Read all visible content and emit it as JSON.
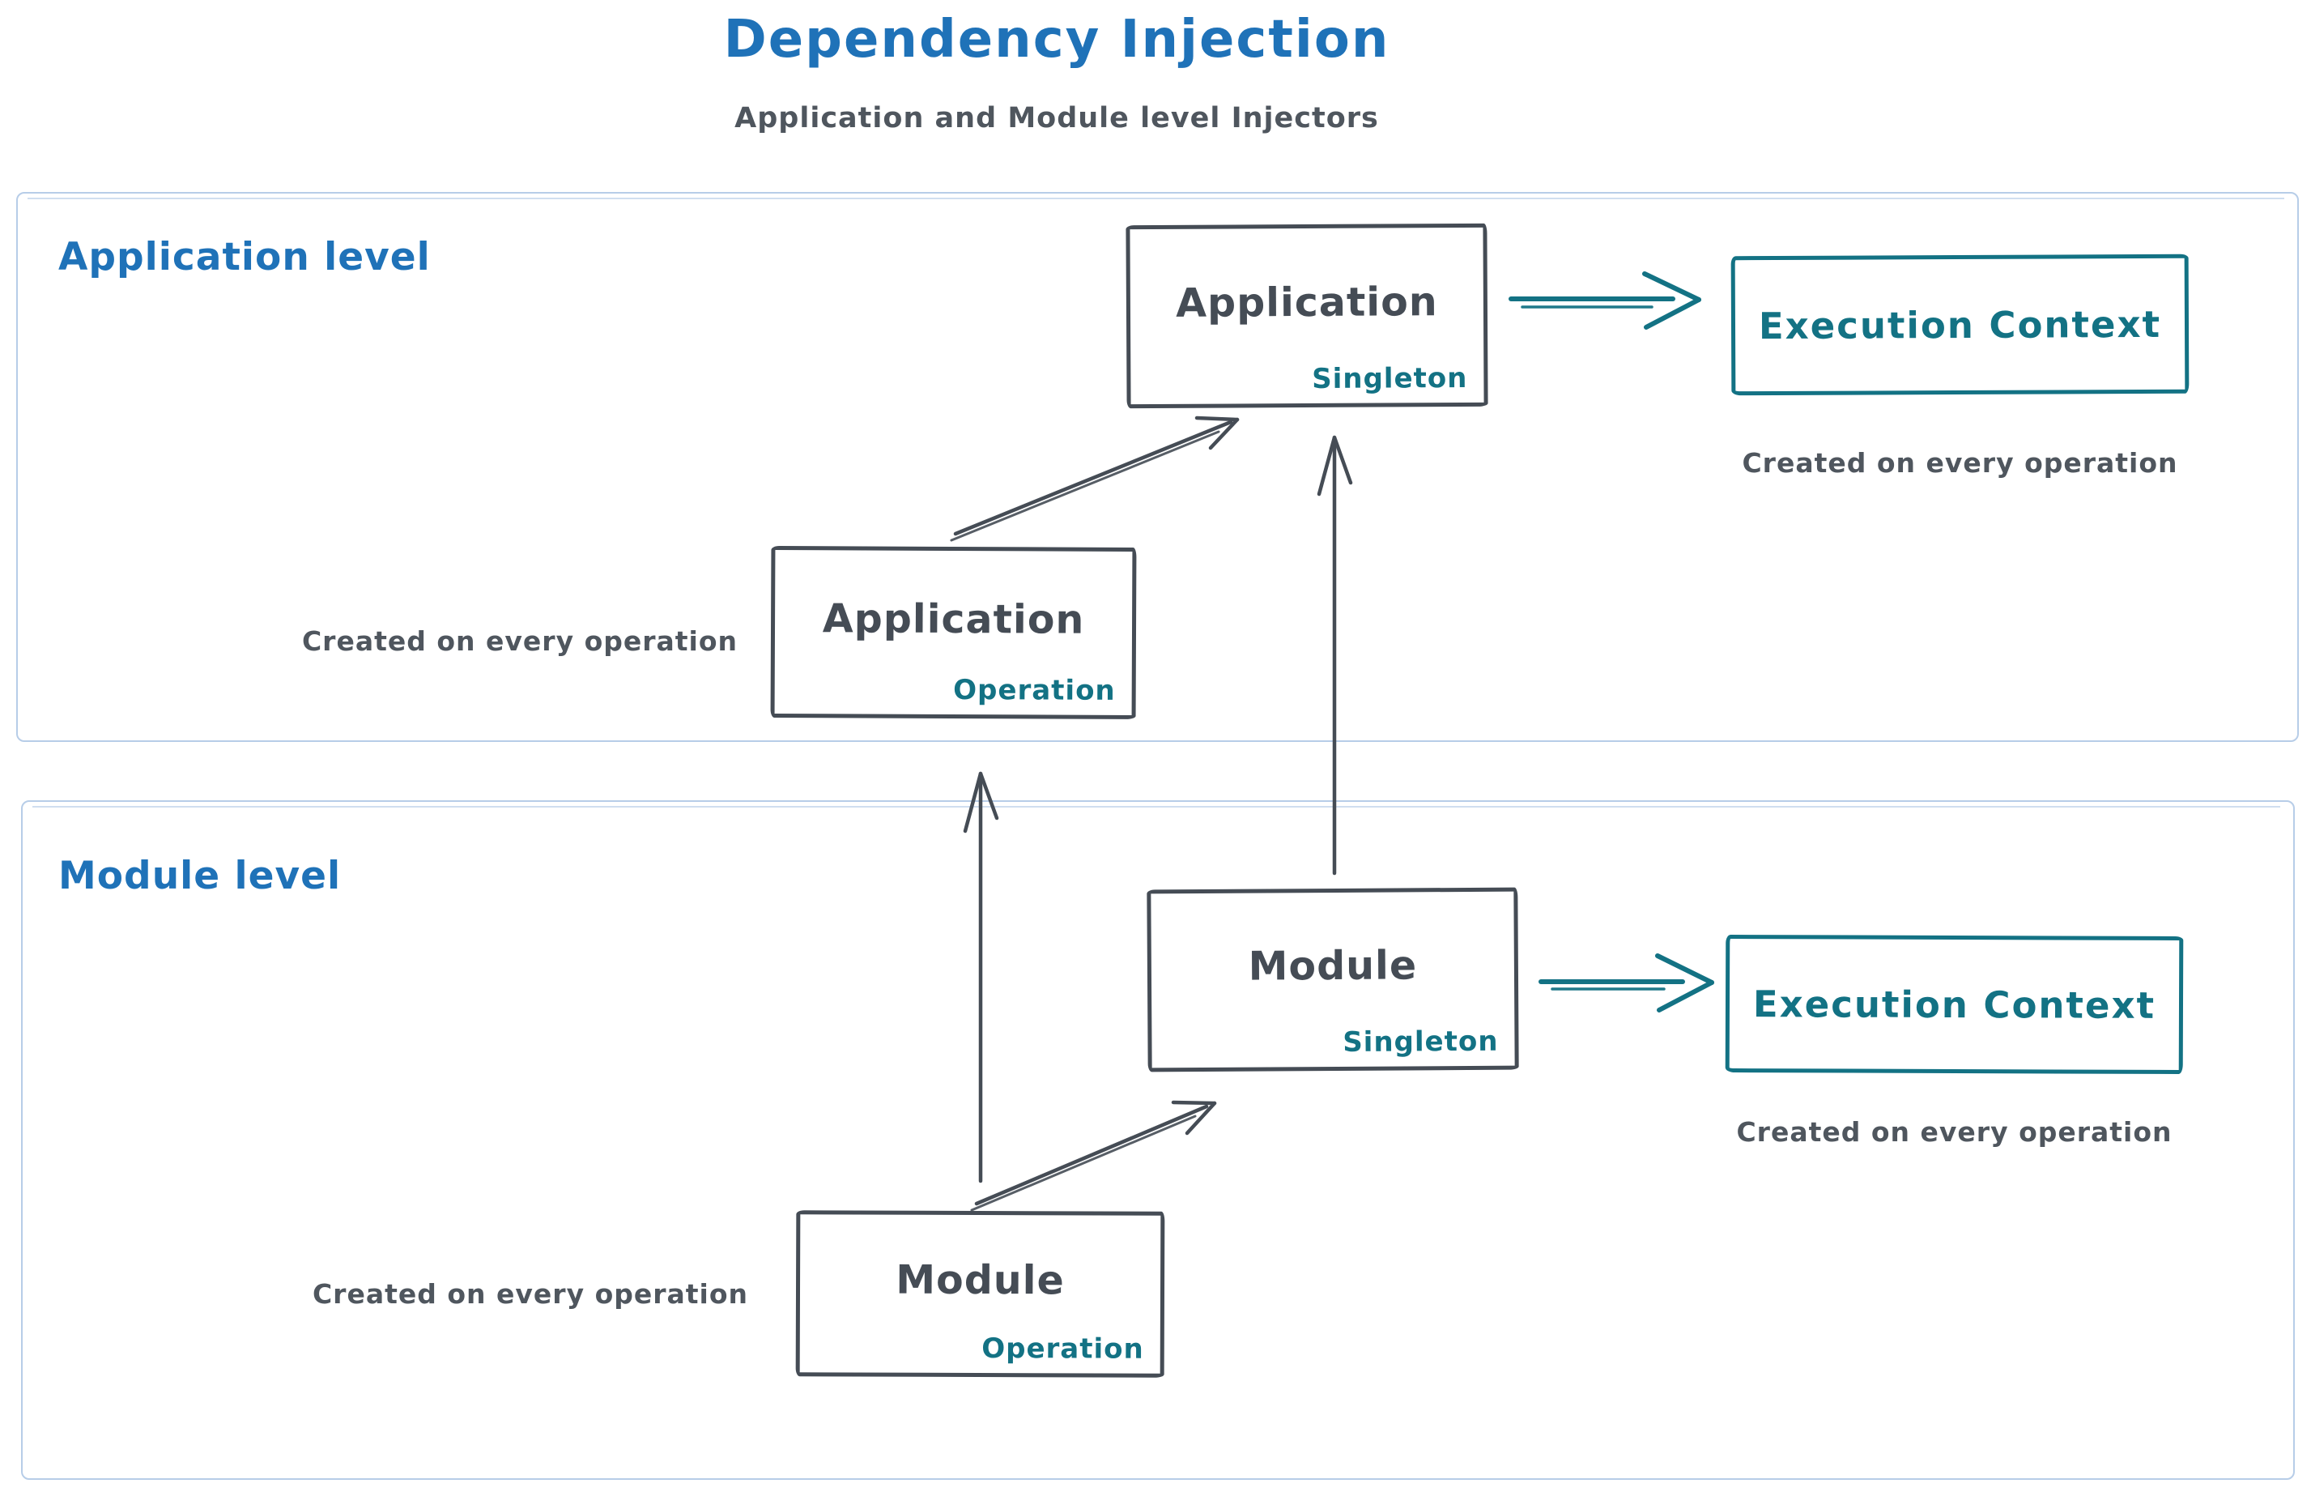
{
  "title": "Dependency Injection",
  "subtitle": "Application and Module level Injectors",
  "colors": {
    "blue": "#1f72b8",
    "teal": "#137284",
    "ink": "#454c55",
    "ink_soft": "#4f565e",
    "section_border": "#b7cde8"
  },
  "application_level": {
    "label": "Application level",
    "singleton_box": {
      "title": "Application",
      "badge": "Singleton"
    },
    "operation_box": {
      "title": "Application",
      "badge": "Operation",
      "note_left": "Created on every operation"
    },
    "execution_context": {
      "title": "Execution Context",
      "note_below": "Created on every operation"
    }
  },
  "module_level": {
    "label": "Module level",
    "singleton_box": {
      "title": "Module",
      "badge": "Singleton"
    },
    "operation_box": {
      "title": "Module",
      "badge": "Operation",
      "note_left": "Created on every operation"
    },
    "execution_context": {
      "title": "Execution Context",
      "note_below": "Created on every operation"
    }
  },
  "arrows": [
    {
      "id": "app-operation-to-app-singleton",
      "type": "diagonal"
    },
    {
      "id": "app-singleton-to-app-execution-context",
      "type": "horizontal-teal"
    },
    {
      "id": "module-operation-to-module-singleton",
      "type": "diagonal"
    },
    {
      "id": "module-singleton-to-module-execution-context",
      "type": "horizontal-teal"
    },
    {
      "id": "module-operation-to-app-operation",
      "type": "vertical"
    },
    {
      "id": "module-singleton-to-app-singleton",
      "type": "vertical"
    }
  ]
}
